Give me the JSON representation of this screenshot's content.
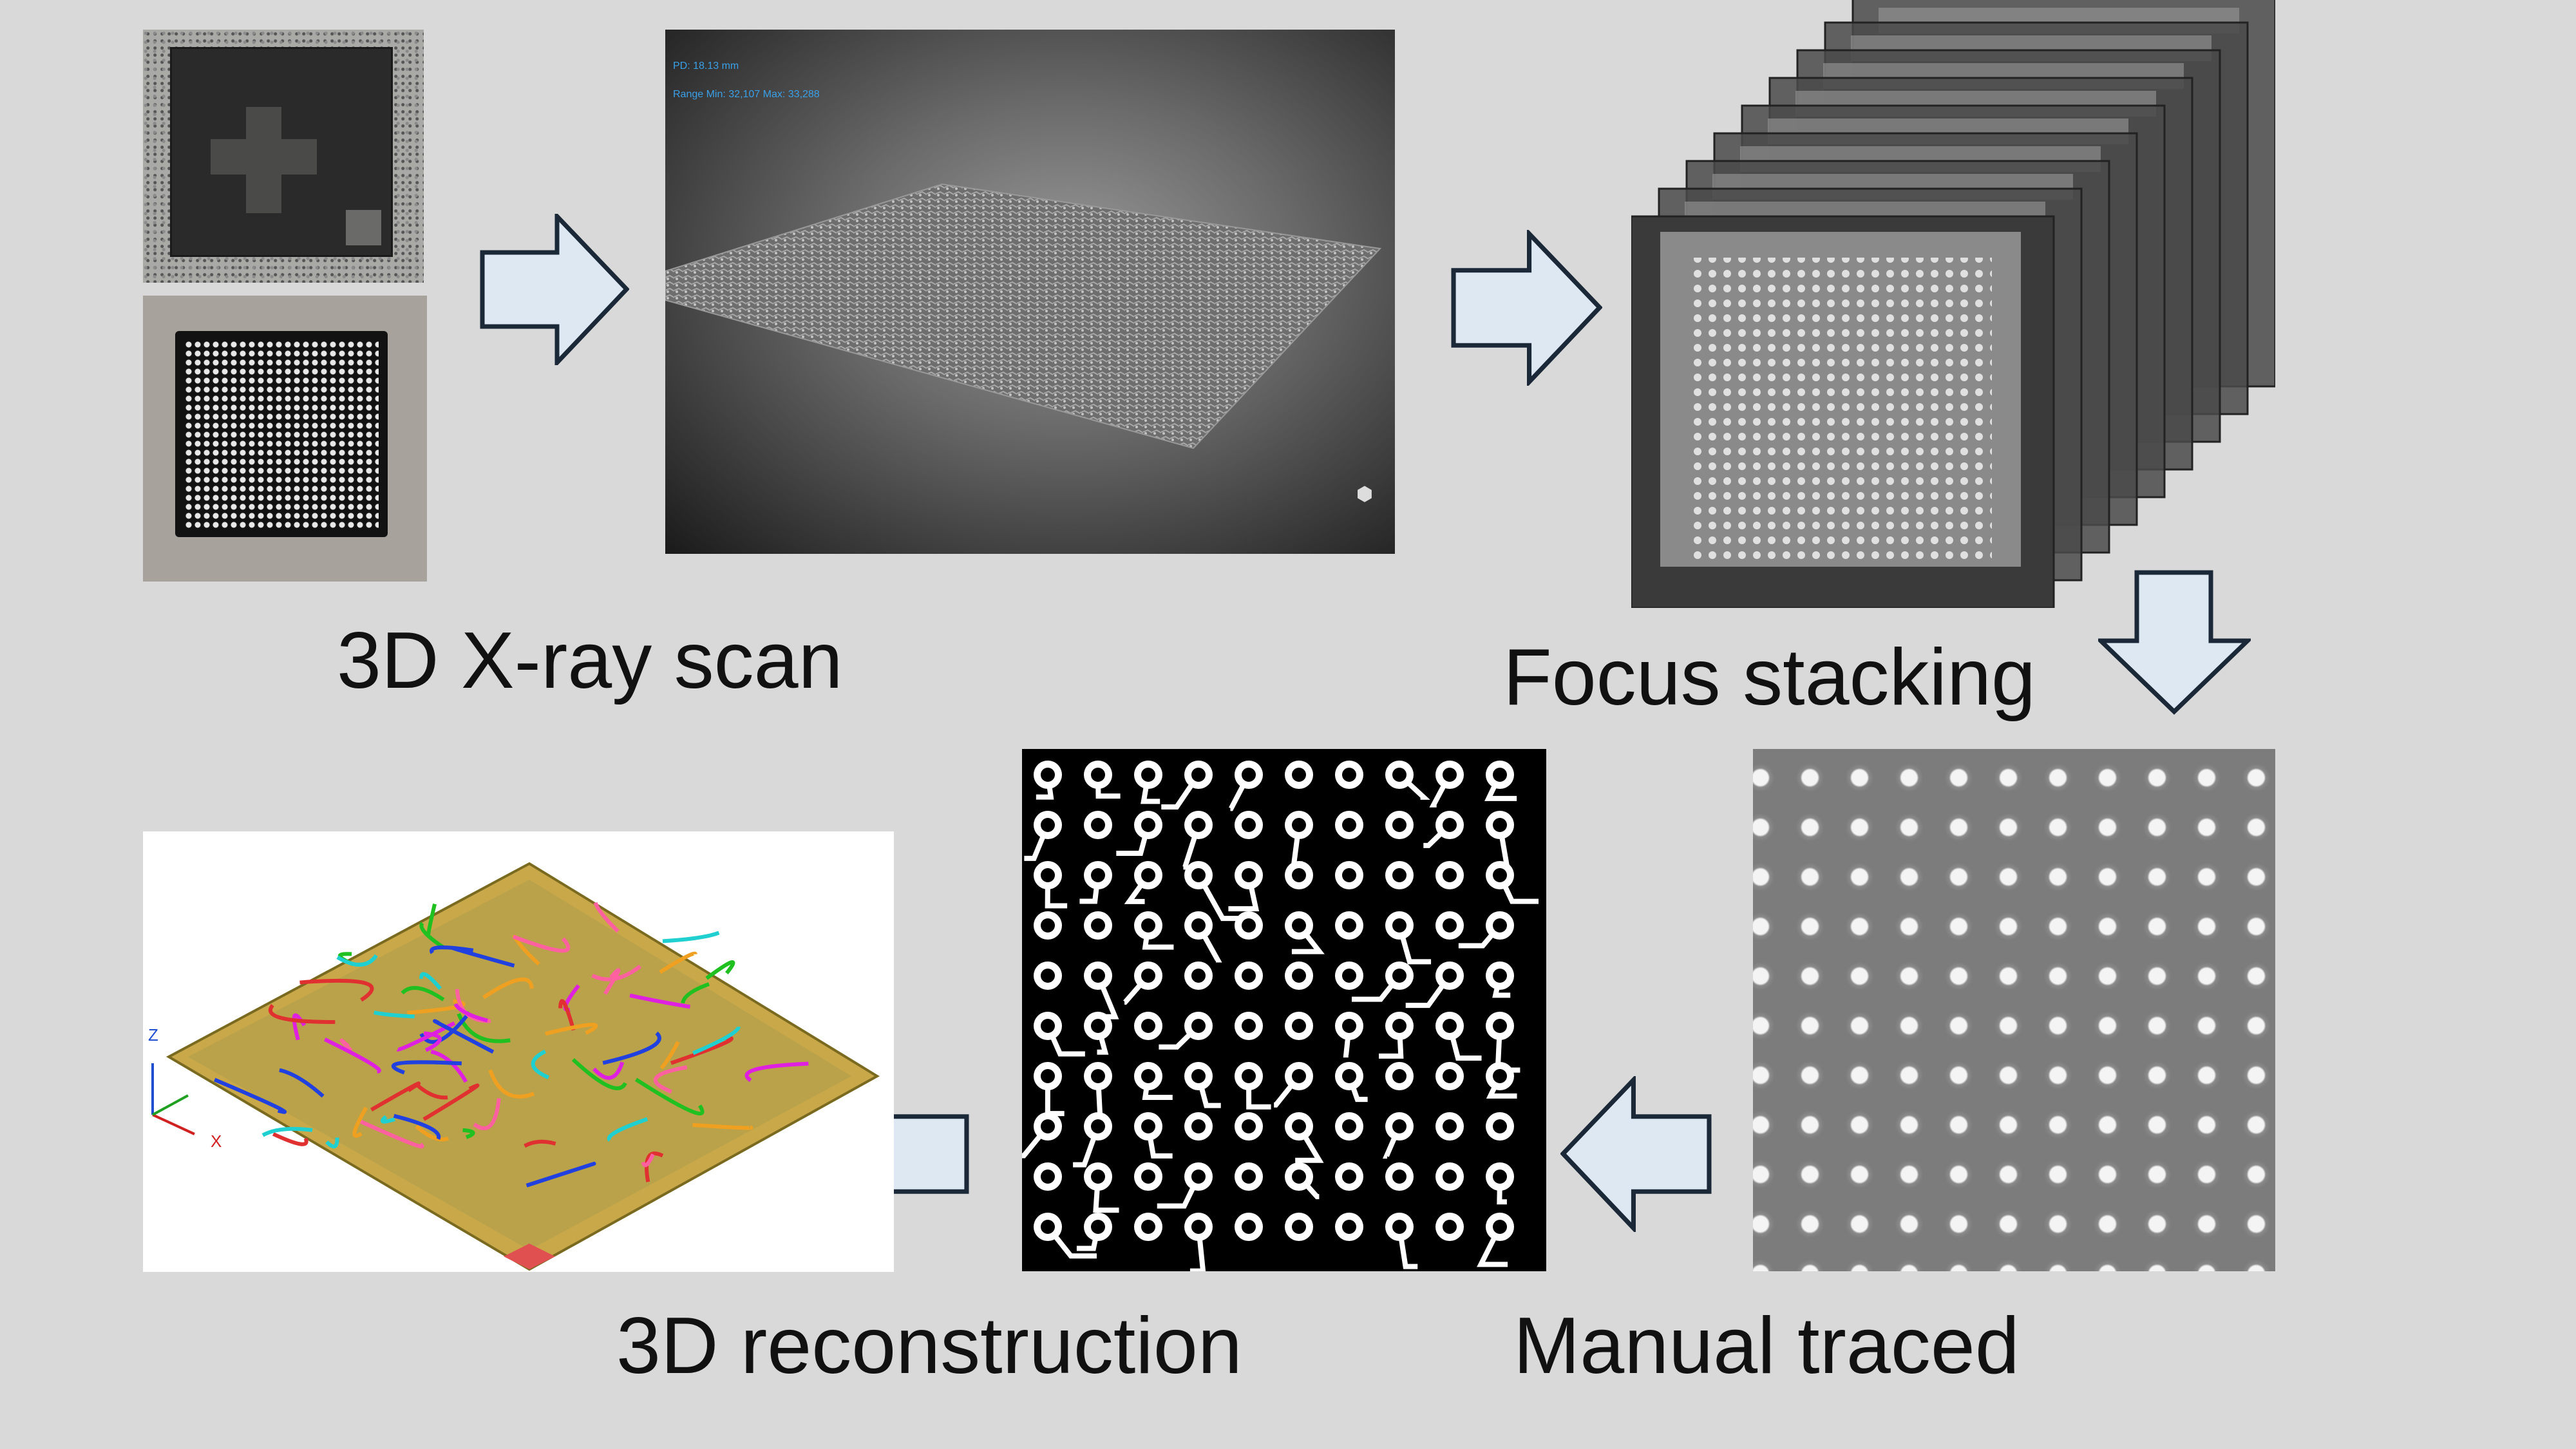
{
  "labels": {
    "xray_scan": "3D X-ray scan",
    "focus_stacking": "Focus stacking",
    "manual_traced": "Manual traced",
    "reconstruction": "3D reconstruction"
  },
  "xray_overlay": {
    "pd": "PD: 18.13 mm",
    "range": "Range Min: 32,107 Max: 33,288"
  },
  "recon_axes": {
    "z": "Z",
    "x": "X"
  },
  "colors": {
    "background": "#d9d9d9",
    "arrow_fill": "#dde8f3",
    "arrow_stroke": "#1b2838",
    "xray_text": "#3aa0e8"
  }
}
